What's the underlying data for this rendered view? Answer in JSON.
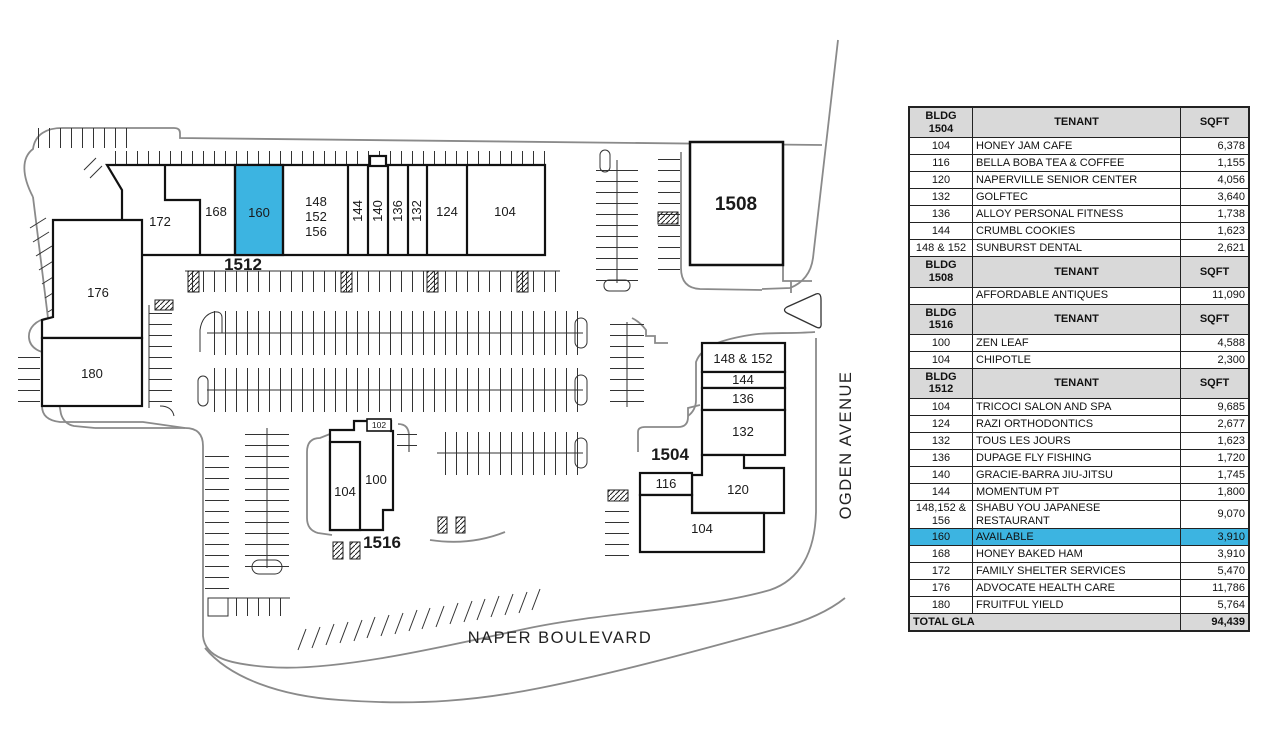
{
  "colors": {
    "available_highlight": "#3cb4e1",
    "header_gray": "#d9d9d9",
    "boundary_gray": "#8a8a8a",
    "building_stroke": "#111111"
  },
  "map": {
    "street_bottom": "NAPER BOULEVARD",
    "street_right": "OGDEN AVENUE",
    "bldg_1512_label": "1512",
    "bldg_1504_label": "1504",
    "bldg_1508_label": "1508",
    "bldg_1516_label": "1516",
    "units_1512": {
      "u172": "172",
      "u168": "168",
      "u160": "160",
      "u148_l1": "148",
      "u148_l2": "152",
      "u148_l3": "156",
      "u144": "144",
      "u140": "140",
      "u136": "136",
      "u132": "132",
      "u124": "124",
      "u104": "104"
    },
    "units_1504": {
      "u148": "148 & 152",
      "u144": "144",
      "u136": "136",
      "u132": "132",
      "u120": "120",
      "u116": "116",
      "u104": "104"
    },
    "units_1516": {
      "u102": "102",
      "u100": "100",
      "u104": "104"
    },
    "units_west": {
      "u176": "176",
      "u180": "180"
    }
  },
  "table": {
    "sections": [
      {
        "header": {
          "bldg": "BLDG 1504",
          "tenant": "TENANT",
          "sqft": "SQFT"
        },
        "rows": [
          {
            "unit": "104",
            "tenant": "HONEY JAM CAFE",
            "sqft": "6,378"
          },
          {
            "unit": "116",
            "tenant": "BELLA BOBA TEA & COFFEE",
            "sqft": "1,155"
          },
          {
            "unit": "120",
            "tenant": "NAPERVILLE SENIOR CENTER",
            "sqft": "4,056"
          },
          {
            "unit": "132",
            "tenant": "GOLFTEC",
            "sqft": "3,640"
          },
          {
            "unit": "136",
            "tenant": "ALLOY PERSONAL FITNESS",
            "sqft": "1,738"
          },
          {
            "unit": "144",
            "tenant": "CRUMBL COOKIES",
            "sqft": "1,623"
          },
          {
            "unit": "148 & 152",
            "tenant": "SUNBURST DENTAL",
            "sqft": "2,621"
          }
        ]
      },
      {
        "header": {
          "bldg": "BLDG 1508",
          "tenant": "TENANT",
          "sqft": "SQFT"
        },
        "rows": [
          {
            "unit": "",
            "tenant": "AFFORDABLE ANTIQUES",
            "sqft": "11,090"
          }
        ]
      },
      {
        "header": {
          "bldg": "BLDG 1516",
          "tenant": "TENANT",
          "sqft": "SQFT"
        },
        "rows": [
          {
            "unit": "100",
            "tenant": "ZEN LEAF",
            "sqft": "4,588"
          },
          {
            "unit": "104",
            "tenant": "CHIPOTLE",
            "sqft": "2,300"
          }
        ]
      },
      {
        "header": {
          "bldg": "BLDG 1512",
          "tenant": "TENANT",
          "sqft": "SQFT"
        },
        "rows": [
          {
            "unit": "104",
            "tenant": "TRICOCI SALON AND SPA",
            "sqft": "9,685"
          },
          {
            "unit": "124",
            "tenant": "RAZI ORTHODONTICS",
            "sqft": "2,677"
          },
          {
            "unit": "132",
            "tenant": "TOUS LES JOURS",
            "sqft": "1,623"
          },
          {
            "unit": "136",
            "tenant": "DUPAGE FLY FISHING",
            "sqft": "1,720"
          },
          {
            "unit": "140",
            "tenant": "GRACIE-BARRA JIU-JITSU",
            "sqft": "1,745"
          },
          {
            "unit": "144",
            "tenant": "MOMENTUM PT",
            "sqft": "1,800"
          },
          {
            "unit": "148,152 & 156",
            "tenant": "SHABU YOU JAPANESE RESTAURANT",
            "sqft": "9,070"
          },
          {
            "unit": "160",
            "tenant": "AVAILABLE",
            "sqft": "3,910",
            "highlight": true
          },
          {
            "unit": "168",
            "tenant": "HONEY BAKED HAM",
            "sqft": "3,910"
          },
          {
            "unit": "172",
            "tenant": "FAMILY SHELTER SERVICES",
            "sqft": "5,470"
          },
          {
            "unit": "176",
            "tenant": "ADVOCATE HEALTH CARE",
            "sqft": "11,786"
          },
          {
            "unit": "180",
            "tenant": "FRUITFUL YIELD",
            "sqft": "5,764"
          }
        ]
      }
    ],
    "total": {
      "label": "TOTAL GLA",
      "value": "94,439"
    }
  }
}
